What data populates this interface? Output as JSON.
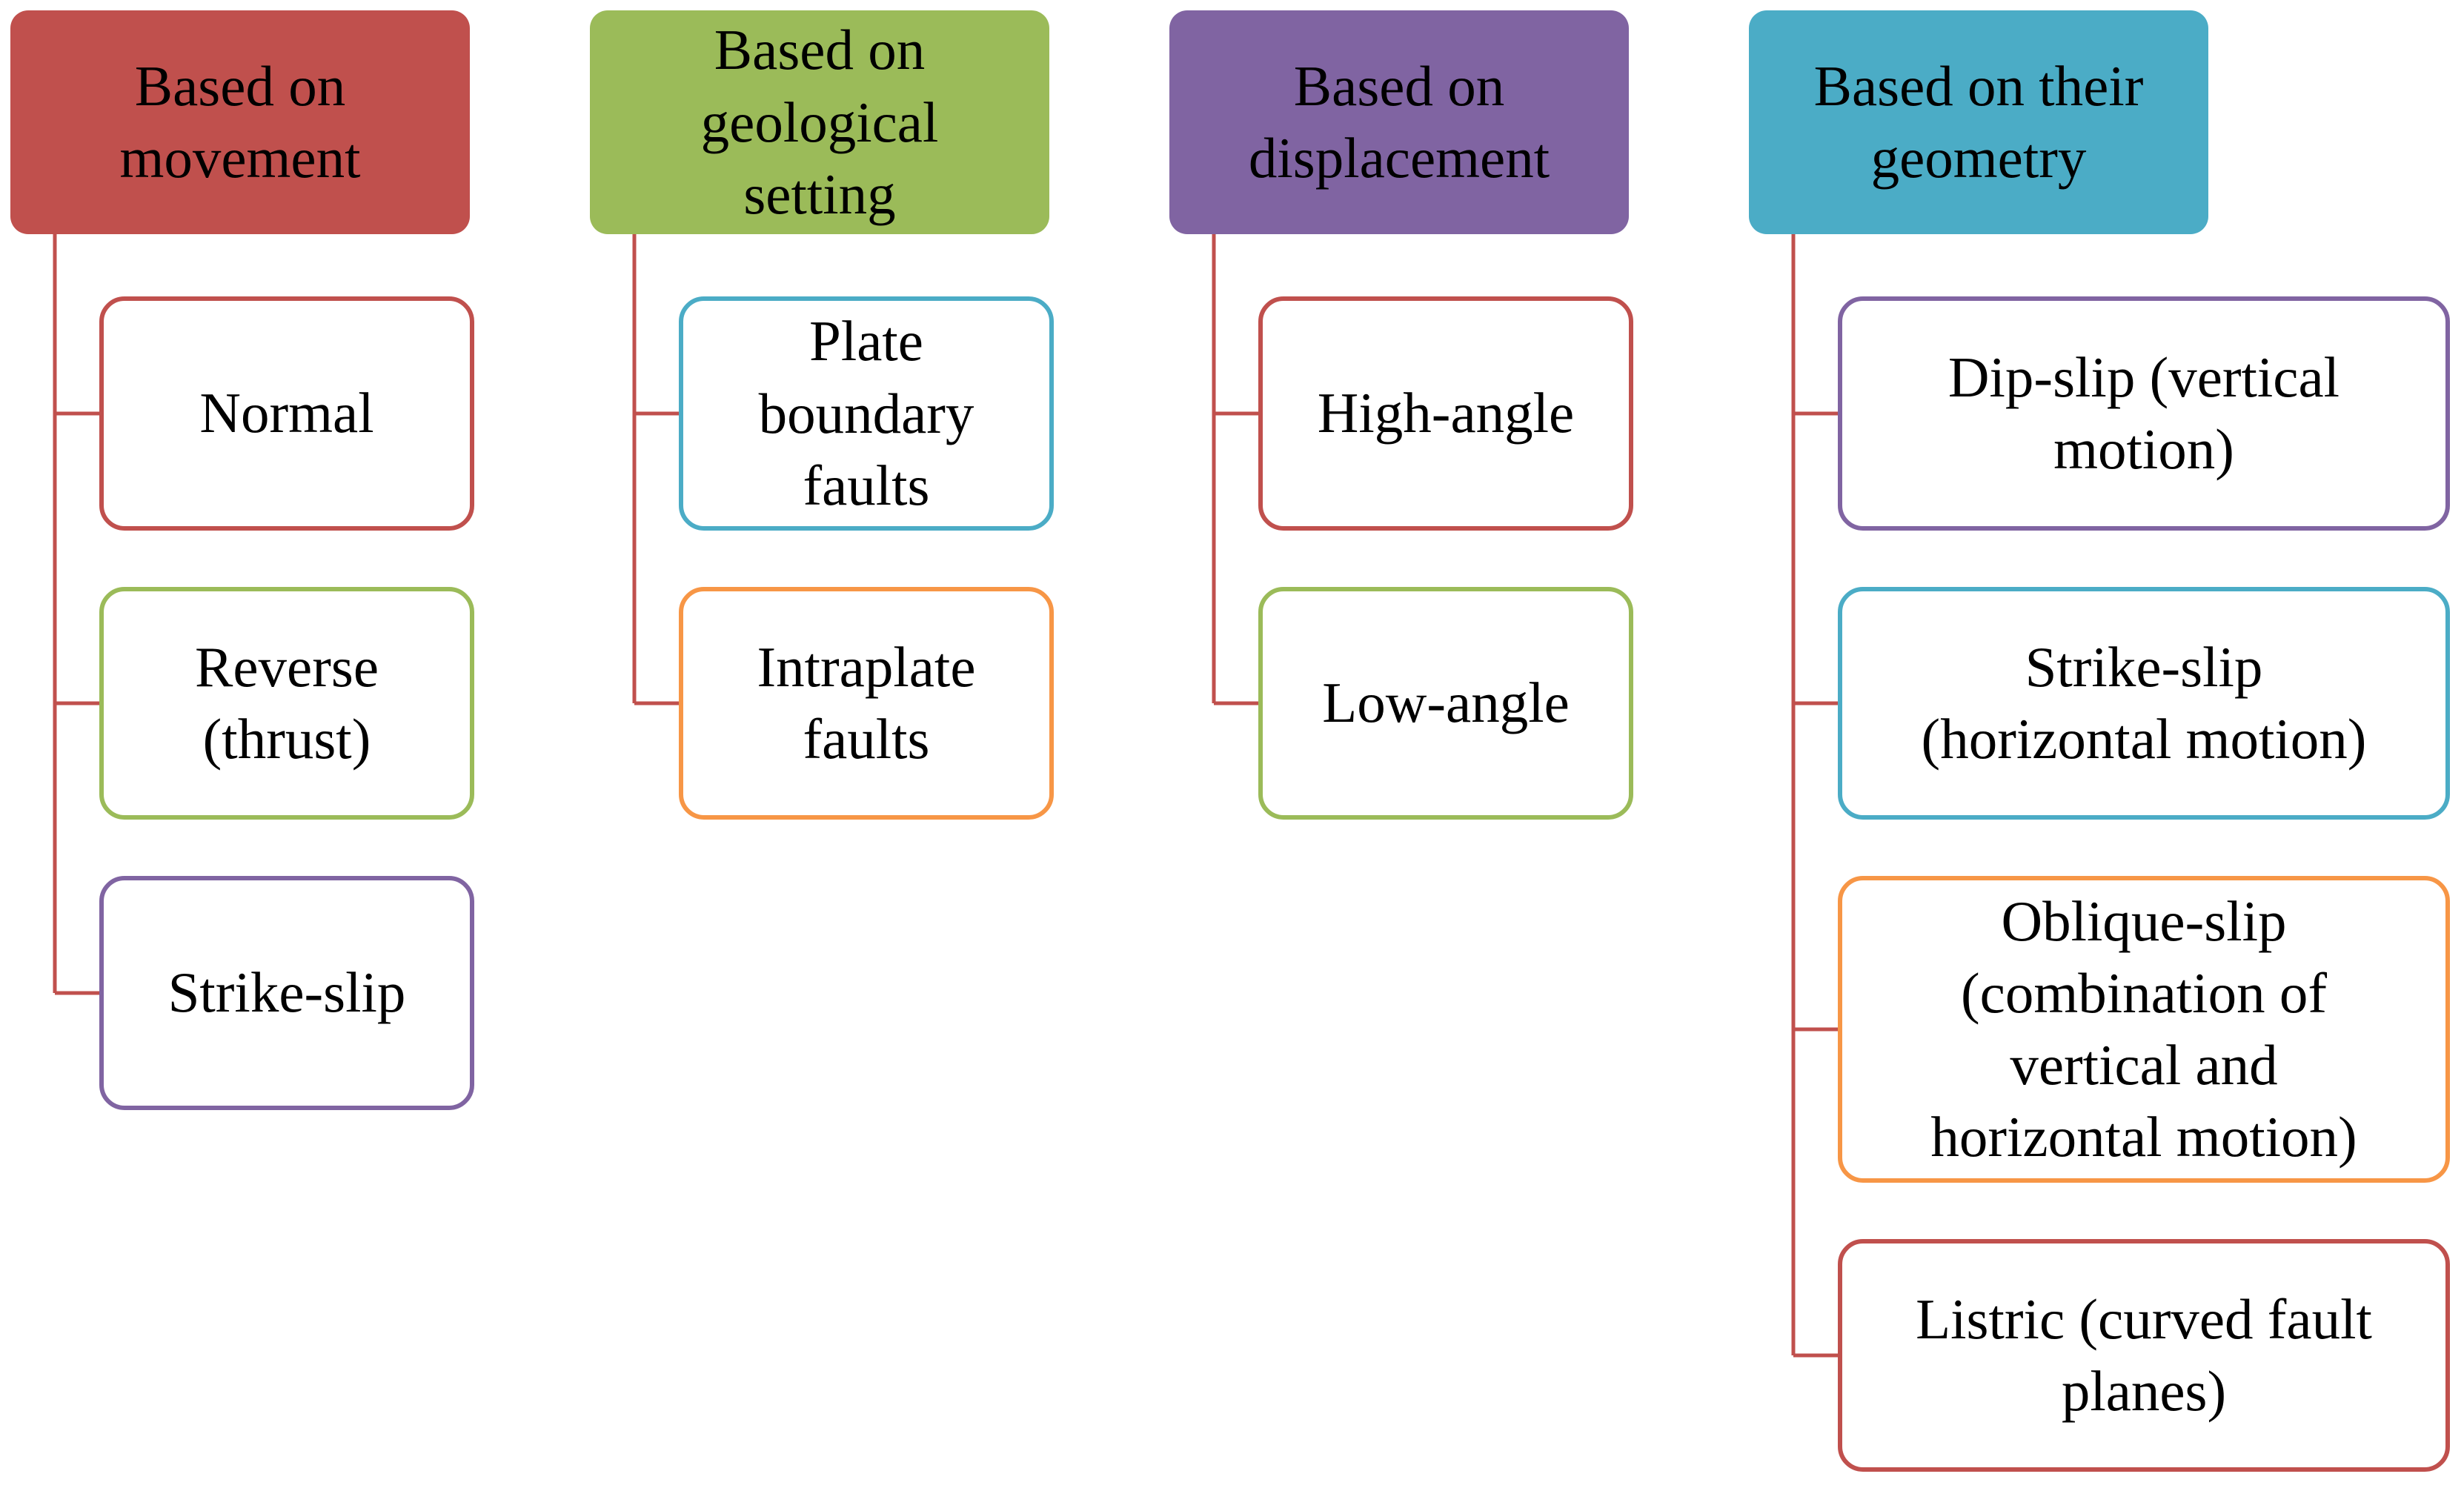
{
  "columns": [
    {
      "header": "Based on\nmovement",
      "header_color": "#c0504d",
      "items": [
        {
          "label": "Normal",
          "border_color": "#c0504d"
        },
        {
          "label": "Reverse\n(thrust)",
          "border_color": "#9bbb59"
        },
        {
          "label": "Strike-slip",
          "border_color": "#8064a2"
        }
      ]
    },
    {
      "header": "Based on\ngeological\nsetting",
      "header_color": "#9bbb59",
      "items": [
        {
          "label": "Plate\nboundary\nfaults",
          "border_color": "#4bacc6"
        },
        {
          "label": "Intraplate\nfaults",
          "border_color": "#f79646"
        }
      ]
    },
    {
      "header": "Based on\ndisplacement",
      "header_color": "#8064a2",
      "items": [
        {
          "label": "High-angle",
          "border_color": "#c0504d"
        },
        {
          "label": "Low-angle",
          "border_color": "#9bbb59"
        }
      ]
    },
    {
      "header": "Based on their\ngeometry",
      "header_color": "#4bacc6",
      "items": [
        {
          "label": "Dip-slip (vertical\nmotion)",
          "border_color": "#8064a2"
        },
        {
          "label": "Strike-slip\n(horizontal motion)",
          "border_color": "#4bacc6"
        },
        {
          "label": "Oblique-slip\n(combination of\nvertical and\nhorizontal motion)",
          "border_color": "#f79646"
        },
        {
          "label": "Listric (curved fault\nplanes)",
          "border_color": "#c0504d"
        }
      ]
    }
  ],
  "connector_color": "#c0504d"
}
